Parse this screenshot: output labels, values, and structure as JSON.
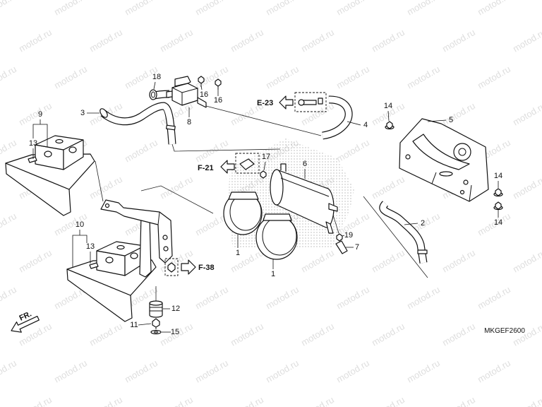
{
  "watermark": "motod.ru",
  "diagram_code": "MKGEF2600",
  "front_marker": "FR.",
  "references": {
    "e23": "E-23",
    "f21": "F-21",
    "f38": "F-38"
  },
  "callouts": [
    "18",
    "16",
    "16",
    "3",
    "8",
    "4",
    "9",
    "13",
    "14",
    "5",
    "6",
    "17",
    "10",
    "13",
    "2",
    "14",
    "14",
    "19",
    "7",
    "1",
    "1",
    "12",
    "11",
    "15"
  ]
}
